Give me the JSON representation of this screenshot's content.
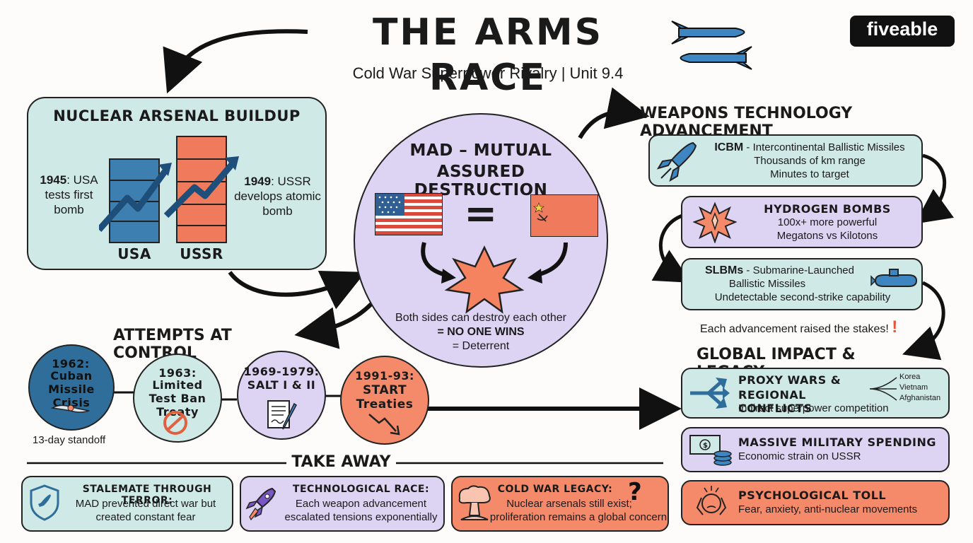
{
  "header": {
    "title": "THE ARMS RACE",
    "subtitle": "Cold War Superpower Rivalry | Unit 9.4",
    "logo": "fiveable"
  },
  "arsenal": {
    "title": "NUCLEAR ARSENAL BUILDUP",
    "left_year": "1945",
    "left_text": ": USA tests first bomb",
    "right_year": "1949",
    "right_text": ": USSR develops atomic bomb",
    "bar_usa": "USA",
    "bar_ussr": "USSR"
  },
  "mad": {
    "title_line1": "MAD – MUTUAL",
    "title_line2": "ASSURED DESTRUCTION",
    "equals": "=",
    "desc1": "Both sides can destroy each other",
    "desc2": "= NO ONE WINS",
    "desc3": "= Deterrent"
  },
  "weapons": {
    "title": "WEAPONS TECHNOLOGY ADVANCEMENT",
    "icbm_label": "ICBM",
    "icbm_line1": " - Intercontinental Ballistic Missiles",
    "icbm_line2": "Thousands of km range",
    "icbm_line3": "Minutes to target",
    "hbomb_label": "HYDROGEN BOMBS",
    "hbomb_line1": "100x+ more powerful",
    "hbomb_line2": "Megatons vs Kilotons",
    "slbm_label": "SLBMs",
    "slbm_line1": " - Submarine-Launched",
    "slbm_line2": "Ballistic Missiles",
    "slbm_line3": "Undetectable second-strike capability",
    "note": "Each advancement raised the stakes!",
    "note_mark": "!"
  },
  "control": {
    "title": "ATTEMPTS AT CONTROL",
    "events": [
      {
        "year": "1962:",
        "name": "Cuban Missile Crisis"
      },
      {
        "year": "1963:",
        "name": "Limited Test Ban Treaty"
      },
      {
        "year": "1969-1979:",
        "name": "SALT I & II"
      },
      {
        "year": "1991-93:",
        "name": "START Treaties"
      }
    ],
    "standoff": "13-day standoff"
  },
  "impact": {
    "title": "GLOBAL IMPACT & LEGACY",
    "proxy_title1": "PROXY WARS &",
    "proxy_title2": "REGIONAL CONFLICTS",
    "proxy_desc": "Indirect superpower competition",
    "proxy_places": [
      "Korea",
      "Vietnam",
      "Afghanistan"
    ],
    "spending_title": "MASSIVE MILITARY SPENDING",
    "spending_desc": "Economic strain on USSR",
    "toll_title": "PSYCHOLOGICAL TOLL",
    "toll_desc": "Fear, anxiety, anti-nuclear movements"
  },
  "takeaway": {
    "title": "TAKE AWAY",
    "cards": [
      {
        "title": "STALEMATE THROUGH TERROR:",
        "line1": "MAD prevented direct war but",
        "line2": "created constant fear"
      },
      {
        "title": "TECHNOLOGICAL RACE:",
        "line1": "Each weapon advancement",
        "line2": "escalated tensions exponentially"
      },
      {
        "title": "COLD WAR LEGACY:",
        "line1": "Nuclear arsenals still exist;",
        "line2": "proliferation remains a global concern"
      }
    ]
  },
  "colors": {
    "teal": "#cfe9e7",
    "lavender": "#ddd3f3",
    "salmon": "#f58a6a",
    "navy": "#2f6e9a",
    "ink": "#1a1a1a"
  }
}
